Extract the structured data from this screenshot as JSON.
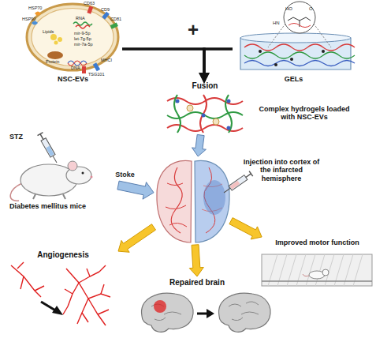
{
  "diagram": {
    "nodes": [
      {
        "text": [
          "NSC-EVs"
        ]
      },
      {
        "text": [
          "GELs"
        ]
      },
      {
        "text": [
          "Fusion",
          "Complex hydrogels loaded with NSC-EVs"
        ]
      },
      {
        "text": [
          "STZ",
          "Diabetes mellitus mice"
        ]
      },
      {
        "text": [
          "Injection into cortex of the infarcted hemisphere"
        ]
      },
      {
        "text": [
          "Angiogenesis"
        ]
      },
      {
        "text": [
          "Repaired brain"
        ]
      },
      {
        "text": [
          "Improved motor function"
        ]
      }
    ],
    "edges": [
      {
        "from": 0,
        "to": 2,
        "arrow": "to"
      },
      {
        "from": 1,
        "to": 2,
        "arrow": "to"
      },
      {
        "from": 2,
        "to": 4,
        "arrow": "to"
      },
      {
        "from": 3,
        "to": 4,
        "label": "Stoke",
        "arrow": "to"
      },
      {
        "from": 4,
        "to": 5,
        "arrow": "to"
      },
      {
        "from": 4,
        "to": 6,
        "arrow": "to"
      },
      {
        "from": 4,
        "to": 7,
        "arrow": "to"
      }
    ],
    "labels": [
      "HSP70",
      "HSP90",
      "CD63",
      "CD9",
      "CD81",
      "RNA",
      "Lipids",
      "mir-9-5p",
      "let-7g-5p",
      "mir-7a-5p",
      "Protein",
      "DNA",
      "MHCI",
      "TSG101",
      "HN",
      "HO",
      "O",
      "+"
    ]
  }
}
